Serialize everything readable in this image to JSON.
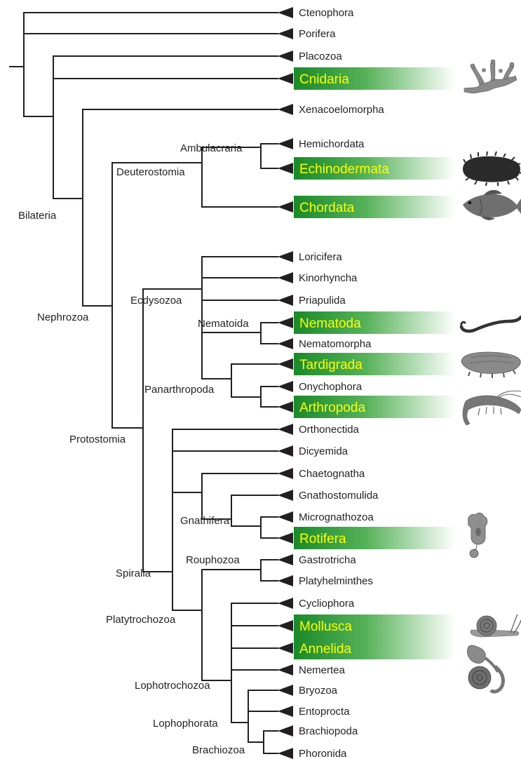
{
  "colors": {
    "branch": "#231f20",
    "highlight_dark": "#1a8a2a",
    "highlight_light": "#ffffff",
    "highlight_text": "#ffff00",
    "label_text": "#231f20"
  },
  "tips": [
    {
      "label": "Ctenophora",
      "highlight": false
    },
    {
      "label": "Porifera",
      "highlight": false
    },
    {
      "label": "Placozoa",
      "highlight": false
    },
    {
      "label": "Cnidaria",
      "highlight": true,
      "image": "coral-icon"
    },
    {
      "label": "Xenacoelomorpha",
      "highlight": false
    },
    {
      "label": "Hemichordata",
      "highlight": false
    },
    {
      "label": "Echinodermata",
      "highlight": true,
      "image": "sea-cucumber-icon"
    },
    {
      "label": "Chordata",
      "highlight": true,
      "image": "fish-icon"
    },
    {
      "label": "Loricifera",
      "highlight": false
    },
    {
      "label": "Kinorhyncha",
      "highlight": false
    },
    {
      "label": "Priapulida",
      "highlight": false
    },
    {
      "label": "Nematoda",
      "highlight": true,
      "image": "worm-icon"
    },
    {
      "label": "Nematomorpha",
      "highlight": false
    },
    {
      "label": "Tardigrada",
      "highlight": true,
      "image": "tardigrade-icon"
    },
    {
      "label": "Onychophora",
      "highlight": false
    },
    {
      "label": "Arthropoda",
      "highlight": true,
      "image": "shrimp-icon"
    },
    {
      "label": "Orthonectida",
      "highlight": false
    },
    {
      "label": "Dicyemida",
      "highlight": false
    },
    {
      "label": "Chaetognatha",
      "highlight": false
    },
    {
      "label": "Gnathostomulida",
      "highlight": false
    },
    {
      "label": "Micrognathozoa",
      "highlight": false
    },
    {
      "label": "Rotifera",
      "highlight": true,
      "image": "rotifer-icon"
    },
    {
      "label": "Gastrotricha",
      "highlight": false
    },
    {
      "label": "Platyhelminthes",
      "highlight": false
    },
    {
      "label": "Cycliophora",
      "highlight": false
    },
    {
      "label": "Mollusca",
      "highlight": true,
      "image": "snail-icon"
    },
    {
      "label": "Annelida",
      "highlight": true,
      "image": "annelid-icon"
    },
    {
      "label": "Nemertea",
      "highlight": false
    },
    {
      "label": "Bryozoa",
      "highlight": false
    },
    {
      "label": "Entoprocta",
      "highlight": false
    },
    {
      "label": "Brachiopoda",
      "highlight": false
    },
    {
      "label": "Phoronida",
      "highlight": false
    }
  ],
  "clades": {
    "bilateria": "Bilateria",
    "nephrozoa": "Nephrozoa",
    "deuterostomia": "Deuterostomia",
    "ambulacraria": "Ambulacraria",
    "protostomia": "Protostomia",
    "ecdysozoa": "Ecdysozoa",
    "nematoida": "Nematoida",
    "panarthropoda": "Panarthropoda",
    "spiralia": "Spiralia",
    "gnathifera": "Gnathifera",
    "rouphozoa": "Rouphozoa",
    "platytrochozoa": "Platytrochozoa",
    "lophotrochozoa": "Lophotrochozoa",
    "lophophorata": "Lophophorata",
    "brachiozoa": "Brachiozoa"
  }
}
